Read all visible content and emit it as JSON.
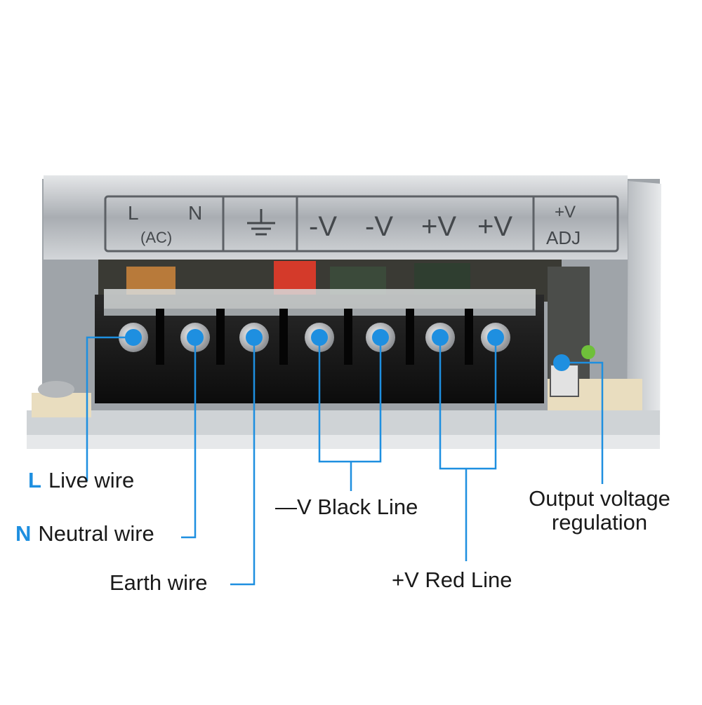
{
  "panel": {
    "ac_l": "L",
    "ac_n": "N",
    "ac_label": "(AC)",
    "minus_v_1": "-V",
    "minus_v_2": "-V",
    "plus_v_1": "+V",
    "plus_v_2": "+V",
    "adj_top": "+V",
    "adj_bottom": "ADJ"
  },
  "labels": {
    "live": {
      "key": "L",
      "text": "Live wire"
    },
    "neutral": {
      "key": "N",
      "text": "Neutral wire"
    },
    "earth": "Earth wire",
    "black": "—V Black Line",
    "red": "+V Red Line",
    "regulation_line1": "Output voltage",
    "regulation_line2": "regulation"
  },
  "colors": {
    "marker": "#1e8fe0",
    "terminal_block": "#141414",
    "casing": "#c9cdd2"
  }
}
